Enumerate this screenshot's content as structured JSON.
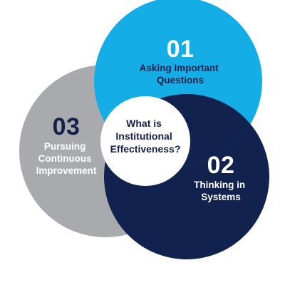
{
  "colors": {
    "background": "#ffffff",
    "step1": "#14ade6",
    "step2": "#12224f",
    "step3": "#a9aaad",
    "center": "#ffffff",
    "light_text": "#ffffff",
    "dark_text": "#14204a"
  },
  "center": {
    "line1": "What is",
    "line2": "Institutional",
    "line3": "Effectiveness?"
  },
  "steps": [
    {
      "number": "01",
      "lines": [
        "Asking Important",
        "Questions"
      ]
    },
    {
      "number": "02",
      "lines": [
        "Thinking in",
        "Systems"
      ]
    },
    {
      "number": "03",
      "lines": [
        "Pursuing",
        "Continuous",
        "Improvement"
      ]
    }
  ]
}
